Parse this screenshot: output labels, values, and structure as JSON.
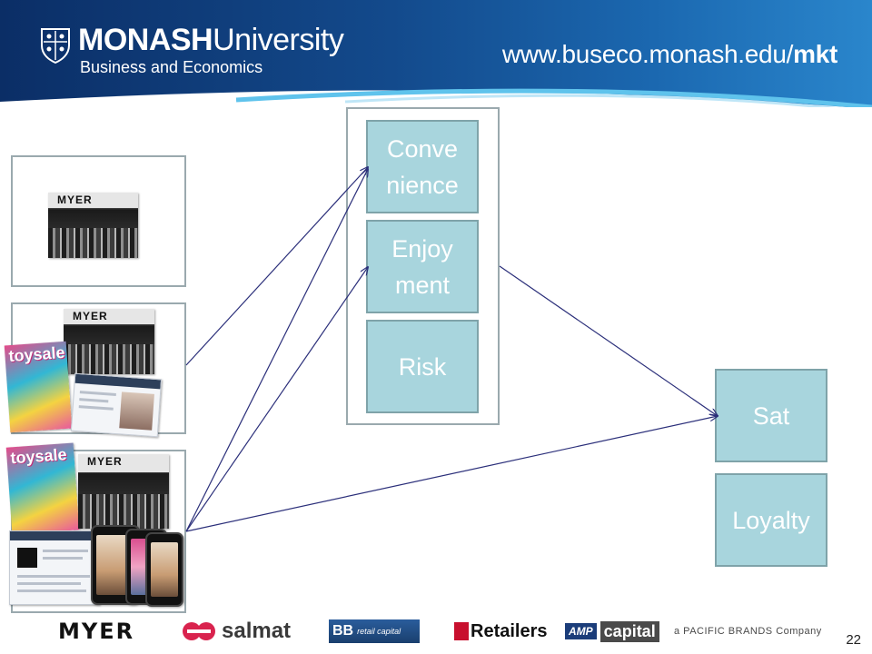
{
  "header": {
    "brand_bold": "MONASH",
    "brand_rest": "University",
    "subtitle": "Business and Economics",
    "url_prefix": "www.buseco.monash.edu/",
    "url_suffix": "mkt"
  },
  "images": {
    "store_sign": "MYER",
    "catalog_title": "toysale"
  },
  "boxes": {
    "convenience": [
      "Conve",
      "nience"
    ],
    "enjoyment": [
      "Enjoy",
      "ment"
    ],
    "risk": "Risk",
    "sat": "Sat",
    "loyalty": "Loyalty"
  },
  "footer": {
    "myer": "MYER",
    "salmat": "salmat",
    "bb": "BB",
    "bb_sub": "retail capital",
    "retailers": "Retailers",
    "amp": "AMP",
    "amp_capital": "capital",
    "pacific": "a PACIFIC BRANDS Company"
  },
  "page_number": "22",
  "colors": {
    "header_dark": "#0b2e66",
    "header_light": "#2a86cc",
    "box_fill": "#a8d5dd",
    "arrow": "#2b2f7a"
  }
}
